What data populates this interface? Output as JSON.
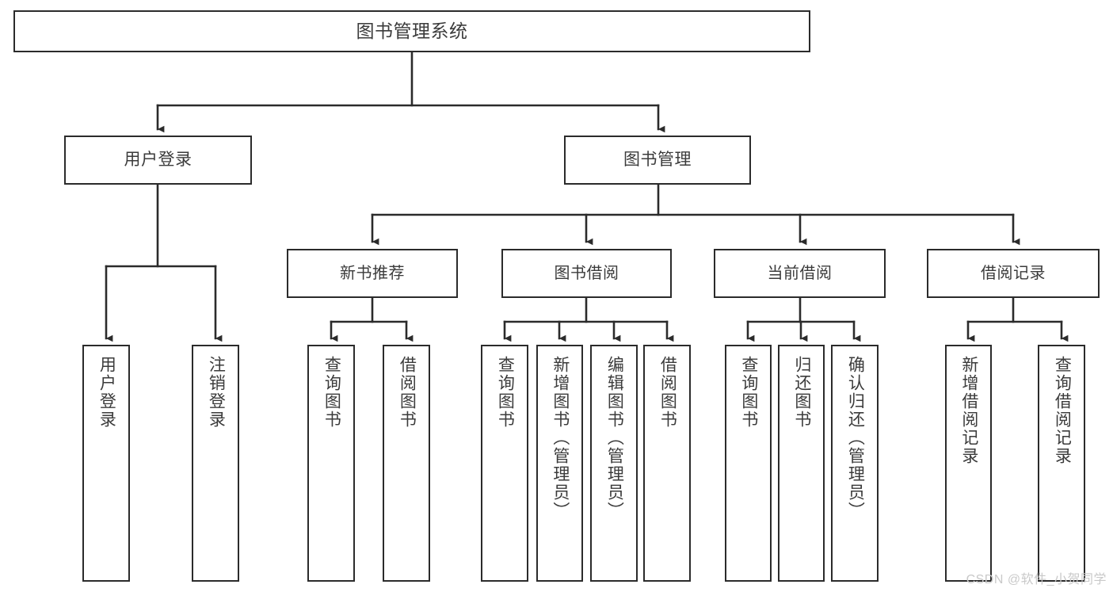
{
  "diagram": {
    "title": "图书管理系统",
    "type": "tree",
    "watermark": "CSDN @软件_小贺同学",
    "colors": {
      "stroke": "#2b2b2b",
      "fill": "#ffffff",
      "text": "#3b3b3b",
      "watermark": "#c9c9c9",
      "background": "#ffffff"
    },
    "nodes": {
      "root": {
        "label": "图书管理系统"
      },
      "level2": [
        {
          "label": "用户登录"
        },
        {
          "label": "图书管理"
        }
      ],
      "level3": [
        {
          "label": "新书推荐"
        },
        {
          "label": "图书借阅"
        },
        {
          "label": "当前借阅"
        },
        {
          "label": "借阅记录"
        }
      ],
      "leaves": {
        "user_login": [
          {
            "label": "用户登录"
          },
          {
            "label": "注销登录"
          }
        ],
        "new_book": [
          {
            "label": "查询图书"
          },
          {
            "label": "借阅图书"
          }
        ],
        "book_borrow": [
          {
            "label": "查询图书"
          },
          {
            "label": "新增图书（管理员）"
          },
          {
            "label": "编辑图书（管理员）"
          },
          {
            "label": "借阅图书"
          }
        ],
        "current_borrow": [
          {
            "label": "查询图书"
          },
          {
            "label": "归还图书"
          },
          {
            "label": "确认归还（管理员）"
          }
        ],
        "borrow_record": [
          {
            "label": "新增借阅记录"
          },
          {
            "label": "查询借阅记录"
          }
        ]
      }
    }
  }
}
